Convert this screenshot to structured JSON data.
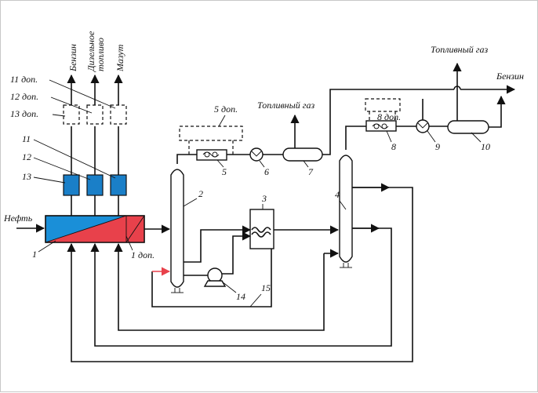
{
  "labels": {
    "oil": "Нефть",
    "gasoline_top": "Бензин",
    "diesel": "Дизельное топливо",
    "diesel_l1": "Дизельное",
    "diesel_l2": "топливо",
    "fuel_oil": "Мазут",
    "fuel_gas_1": "Топливный газ",
    "fuel_gas_2": "Топливный газ",
    "gasoline_right": "Бензин"
  },
  "numbers": {
    "n1": "1",
    "n1_add": "1 доп.",
    "n2": "2",
    "n3": "3",
    "n4": "4",
    "n5": "5",
    "n5_add": "5 доп.",
    "n6": "6",
    "n7": "7",
    "n8": "8",
    "n8_add": "8 доп.",
    "n9": "9",
    "n10": "10",
    "n11": "11",
    "n11_add": "11 доп.",
    "n12": "12",
    "n12_add": "12 доп.",
    "n13": "13",
    "n13_add": "13 доп.",
    "n14": "14",
    "n15": "15"
  },
  "colors": {
    "cooler_blue": "#1a7fc8",
    "heater_blue": "#1a8fd8",
    "heater_red": "#e8414b",
    "hot_stream": "#e8414b",
    "line": "#111111"
  }
}
